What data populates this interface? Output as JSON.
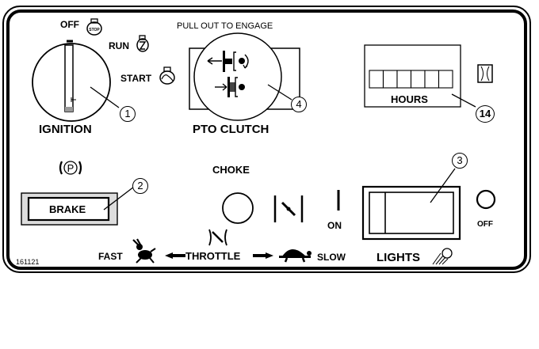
{
  "panel": {
    "part_number": "161121"
  },
  "ignition": {
    "label": "IGNITION",
    "positions": [
      "OFF",
      "RUN",
      "START"
    ],
    "callout": "1"
  },
  "pto": {
    "instruction": "PULL OUT TO ENGAGE",
    "label": "PTO CLUTCH",
    "callout": "4"
  },
  "hour_meter": {
    "label": "HOURS",
    "digit_count": 6,
    "callout": "14"
  },
  "brake": {
    "label": "BRAKE",
    "callout": "2"
  },
  "choke": {
    "label": "CHOKE",
    "on_label": "ON"
  },
  "throttle": {
    "label": "THROTTLE",
    "fast_label": "FAST",
    "slow_label": "SLOW"
  },
  "lights": {
    "label": "LIGHTS",
    "off_label": "OFF",
    "callout": "3"
  },
  "icons": {
    "stop": "engine-stop-icon",
    "run": "engine-run-icon",
    "start": "engine-start-icon",
    "parking": "parking-brake-icon",
    "hourglass": "hourglass-icon",
    "rabbit": "rabbit-icon",
    "turtle": "turtle-icon",
    "headlight": "headlight-icon"
  }
}
